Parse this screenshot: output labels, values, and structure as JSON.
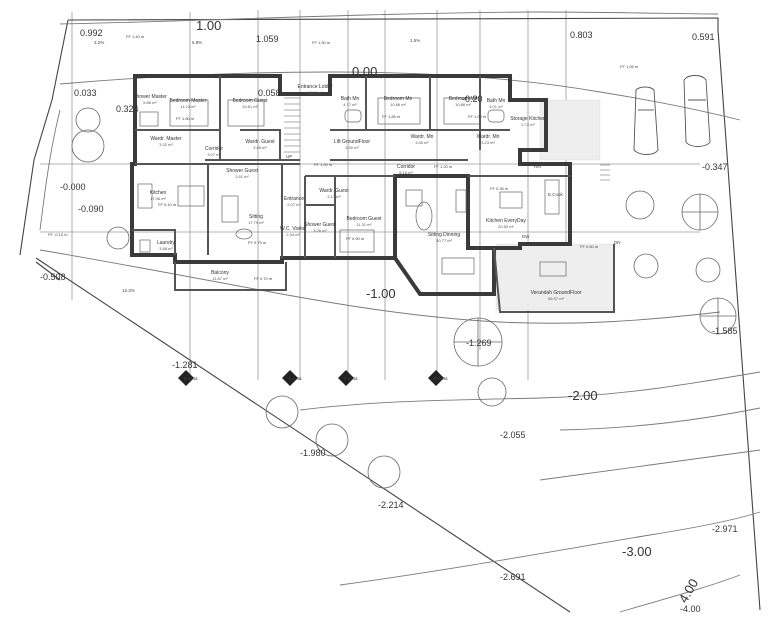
{
  "rooms": [
    {
      "name": "Shower Master",
      "area": "5.88 m²"
    },
    {
      "name": "Bedroom Master",
      "area": "11.23 m²"
    },
    {
      "name": "Bedroom Guest",
      "area": "10.81 m²"
    },
    {
      "name": "Entrance Lobby",
      "area": "10.98 m²"
    },
    {
      "name": "Bath Mn",
      "area": "4.77 m²"
    },
    {
      "name": "Bedroom Mn",
      "area": "10.86 m²"
    },
    {
      "name": "Bedroom Mn",
      "area": "10.86 m²"
    },
    {
      "name": "Bath Mn",
      "area": "4.01 m²"
    },
    {
      "name": "Storage Kitchen",
      "area": "2.74 m²"
    },
    {
      "name": "Wardr. Master",
      "area": "3.32 m²"
    },
    {
      "name": "Corridor",
      "area": "3.07 m²"
    },
    {
      "name": "Wardr. Guest",
      "area": "3.85 m²"
    },
    {
      "name": "Lift GroundFloor",
      "area": "3.30 m²"
    },
    {
      "name": "Wardr. Mn",
      "area": "3.45 m²"
    },
    {
      "name": "Wardr. Mn",
      "area": "3.23 m²"
    },
    {
      "name": "Shower Guest",
      "area": "3.51 m²"
    },
    {
      "name": "Corridor",
      "area": "8.16 m²"
    },
    {
      "name": "Kitchen",
      "area": "17.06 m²"
    },
    {
      "name": "Wardr. Guest",
      "area": "3.17 m²"
    },
    {
      "name": "Entrance",
      "area": "2.07 m²"
    },
    {
      "name": "Sitting",
      "area": "17.79 m²"
    },
    {
      "name": "Bedroom Guest",
      "area": "11.31 m²"
    },
    {
      "name": "Shower Guest",
      "area": "3.26 m²"
    },
    {
      "name": "W.C. Visitor",
      "area": "2.34 m²"
    },
    {
      "name": "Kitchen EveryDay",
      "area": "20.59 m²"
    },
    {
      "name": "Sitting Dinning",
      "area": "30.77 m²"
    },
    {
      "name": "Laundry",
      "area": "3.88 m²"
    },
    {
      "name": "Balcony",
      "area": "11.87 m²"
    },
    {
      "name": "Verandah GroundFloor",
      "area": "56.57 m²"
    }
  ],
  "contours": [
    "1.00",
    "0.00",
    "-1.00",
    "-2.00",
    "-3.00",
    "4.00"
  ],
  "spot_levels": [
    "0.992",
    "1.059",
    "0.803",
    "0.591",
    "0.033",
    "0.324",
    "0.058",
    "-0.20",
    "-0.000",
    "-0.090",
    "-0.508",
    "-0.347",
    "-1.281",
    "-1.269",
    "-1.585",
    "-1.980",
    "-2.055",
    "-2.214",
    "-2.691",
    "-2.971",
    "-4.00"
  ],
  "slopes": [
    "3.2%",
    "5.8%",
    "1.5%",
    "12.3%"
  ],
  "floor_levels": [
    "FF 1.40 m",
    "FF 1.50 m",
    "FF 1.05 m",
    "FF 1.80 m",
    "FF 1.85 m",
    "FF 1.90 m",
    "FF 1.95 m",
    "FF 1.20 m",
    "FF 0.90 m",
    "FF 0.75 m",
    "FF 0.70 m",
    "FF 0.60 m",
    "FF 0.35 m",
    "FF 0.10 m",
    "FF -0.10 m"
  ],
  "markers": [
    "B",
    "A",
    "C",
    "B"
  ],
  "marker_sub": "A-4a",
  "labels": {
    "up": "UP",
    "dn": "DN",
    "ref": "Ref",
    "cooker": "E.Cook",
    "dw": "DW"
  }
}
